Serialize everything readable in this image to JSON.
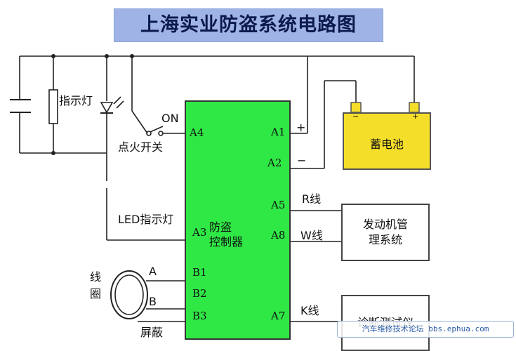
{
  "title": "上海实业防盗系统电路图",
  "components": {
    "indicator_lamp": "指示灯",
    "ignition_switch": "点火开关",
    "switch_state": "ON",
    "led_indicator": "LED指示灯",
    "controller_line1": "防盗",
    "controller_line2": "控制器",
    "battery": "蓄电池",
    "ecu_line1": "发动机管",
    "ecu_line2": "理系统",
    "diagnostic": "诊断测试仪",
    "coil_line1": "线",
    "coil_line2": "圈",
    "shield": "屏蔽"
  },
  "pins": {
    "A1": "A1",
    "A2": "A2",
    "A3": "A3",
    "A4": "A4",
    "A5": "A5",
    "A7": "A7",
    "A8": "A8",
    "B1": "B1",
    "B2": "B2",
    "B3": "B3"
  },
  "signals": {
    "plus": "+",
    "minus": "−",
    "r_line": "R线",
    "w_line": "W线",
    "k_line": "K线",
    "coil_a": "A",
    "coil_b": "B",
    "batt_minus": "−",
    "batt_plus": "+"
  },
  "watermark": "汽车维修技术论坛 bbs.ephua.com",
  "colors": {
    "controller_fill": "#2fe845",
    "battery_fill": "#f5de2a",
    "title_bg": "#9fb3e6"
  }
}
